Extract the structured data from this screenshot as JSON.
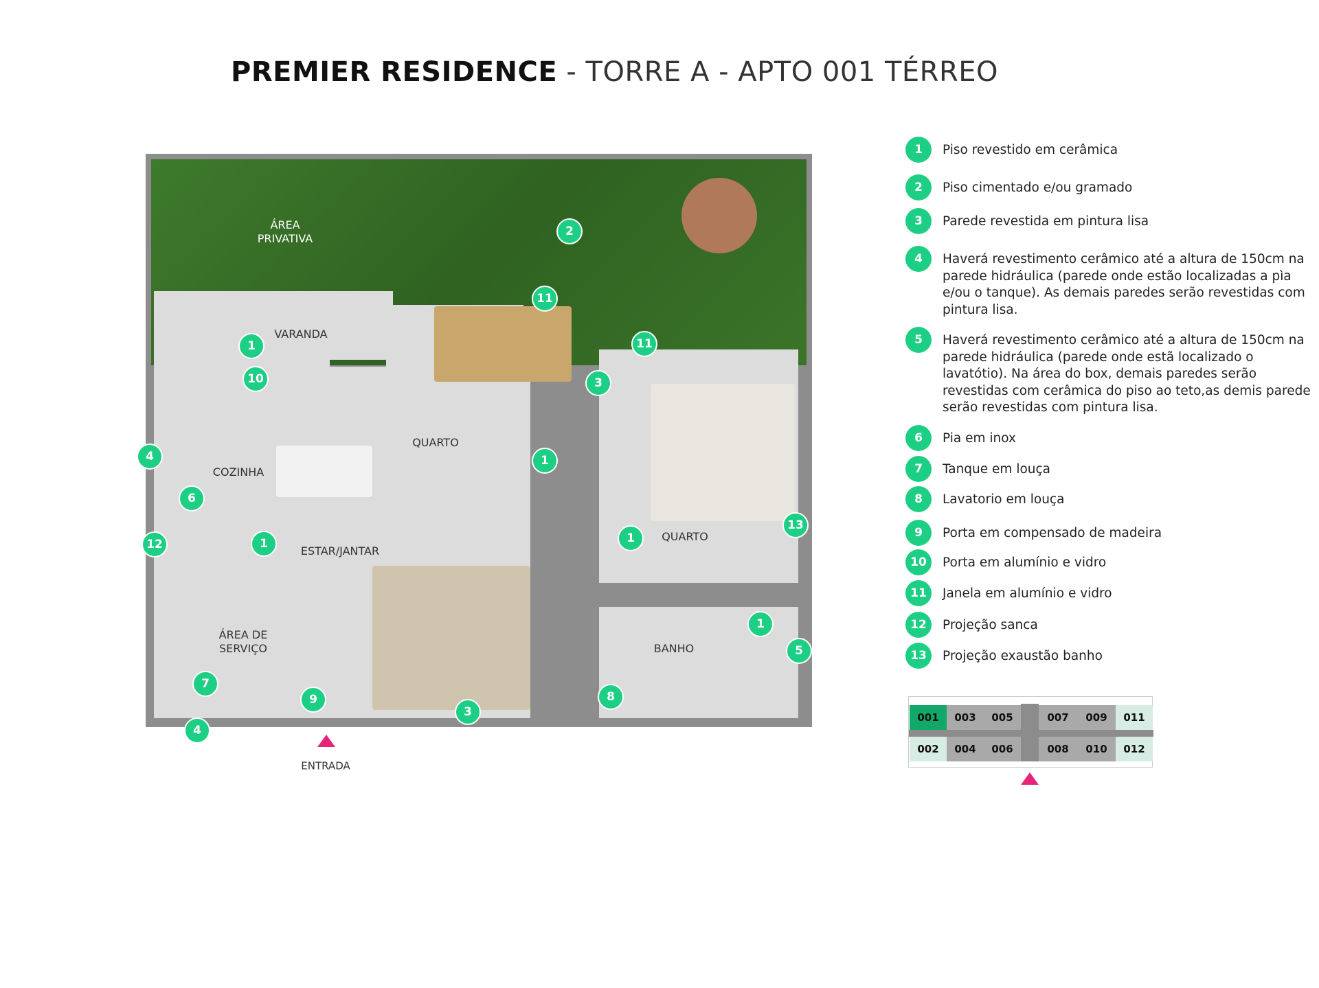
{
  "title": {
    "bold": "PREMIER RESIDENCE",
    "rest": " - TORRE A - APTO 001 TÉRREO"
  },
  "colors": {
    "marker": "#1ccf84",
    "highlight_unit": "#12a86a",
    "entry_arrow": "#e8247a"
  },
  "rooms": {
    "area_privativa": "ÁREA\nPRIVATIVA",
    "varanda": "VARANDA",
    "quarto1": "QUARTO",
    "cozinha": "COZINHA",
    "estar_jantar": "ESTAR/JANTAR",
    "quarto2": "QUARTO",
    "area_servico": "ÁREA DE\nSERVIÇO",
    "banho": "BANHO",
    "entrada": "ENTRADA"
  },
  "markers": [
    "2",
    "11",
    "11",
    "1",
    "10",
    "3",
    "4",
    "6",
    "1",
    "12",
    "1",
    "1",
    "13",
    "1",
    "5",
    "7",
    "9",
    "8",
    "3",
    "4"
  ],
  "legend": [
    {
      "n": "1",
      "text": "Piso revestido em cerâmica"
    },
    {
      "n": "2",
      "text": "Piso cimentado e/ou gramado"
    },
    {
      "n": "3",
      "text": "Parede revestida em pintura lisa"
    },
    {
      "n": "4",
      "text": "Haverá revestimento cerâmico até a altura de 150cm na parede hidráulica (parede onde estão localizadas a pìa e/ou o tanque). As demais paredes serão revestidas com pintura lisa."
    },
    {
      "n": "5",
      "text": "Haverá revestimento cerâmico até a altura de 150cm na parede hidráulica (parede onde estã localizado o lavatótio). Na área do box, demais paredes serão revestidas com cerâmica do piso ao teto,as demis parede serão revestidas com  pintura lisa."
    },
    {
      "n": "6",
      "text": "Pia em inox"
    },
    {
      "n": "7",
      "text": "Tanque em louça"
    },
    {
      "n": "8",
      "text": "Lavatorio em louça"
    },
    {
      "n": "9",
      "text": "Porta em compensado de madeira"
    },
    {
      "n": "10",
      "text": "Porta em alumínio e vidro"
    },
    {
      "n": "11",
      "text": "Janela em alumínio e vidro"
    },
    {
      "n": "12",
      "text": "Projeção sanca"
    },
    {
      "n": "13",
      "text": "Projeção exaustão banho"
    }
  ],
  "key_plan": {
    "top": [
      "001",
      "003",
      "005",
      "007",
      "009",
      "011"
    ],
    "bottom": [
      "002",
      "004",
      "006",
      "008",
      "010",
      "012"
    ],
    "selected": "001"
  }
}
